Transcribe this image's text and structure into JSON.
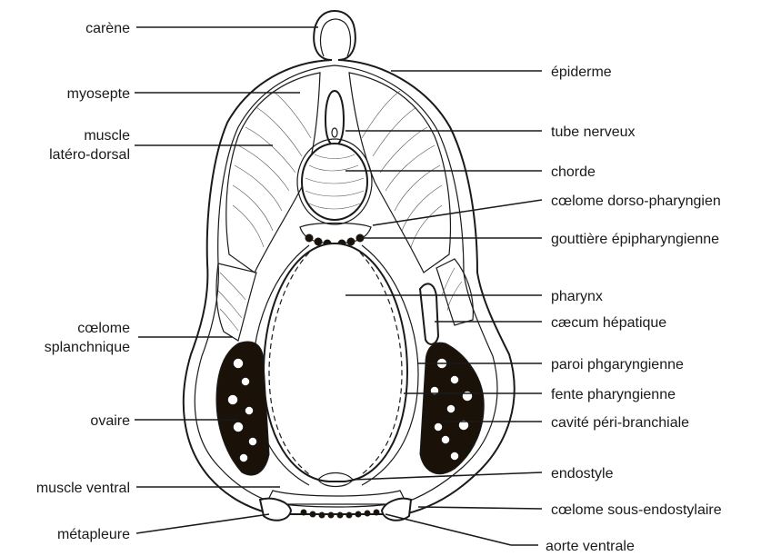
{
  "labels": {
    "carene": "carène",
    "myosepte": "myosepte",
    "muscle_1": "muscle",
    "muscle_2": "latéro-dorsal",
    "coelome_splanch_1": "cœlome",
    "coelome_splanch_2": "splanchnique",
    "ovaire": "ovaire",
    "muscle_ventral": "muscle ventral",
    "metapleure": "métapleure",
    "epiderme": "épiderme",
    "tube_nerveux": "tube nerveux",
    "chorde": "chorde",
    "coelome_dorso": "cœlome dorso-pharyngien",
    "gouttiere": "gouttière épipharyngienne",
    "pharynx": "pharynx",
    "caecum": "cæcum hépatique",
    "paroi": "paroi phgaryngienne",
    "fente": "fente pharyngienne",
    "cavite": "cavité péri-branchiale",
    "endostyle": "endostyle",
    "coelome_sous": "cœlome sous-endostylaire",
    "aorte": "aorte ventrale"
  },
  "colors": {
    "ink": "#1a1a1a",
    "gonad": "#1a1208",
    "background": "#ffffff"
  }
}
